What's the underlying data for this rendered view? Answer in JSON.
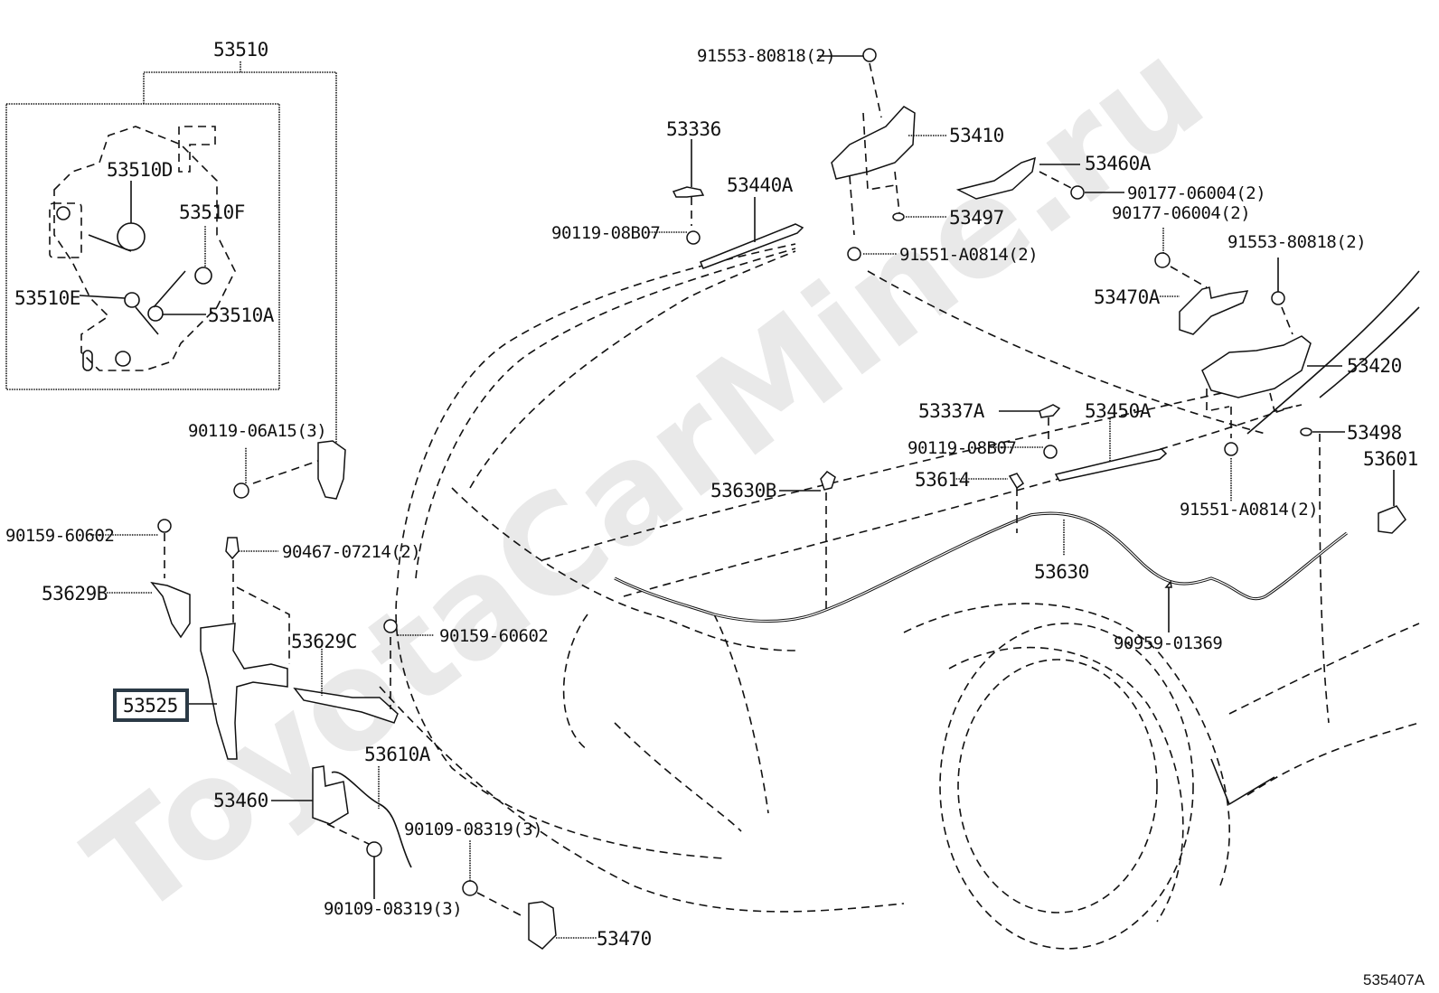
{
  "diagram": {
    "watermark": "ToyotaCarMine.ru",
    "illustration_id": "535407A",
    "highlighted_part": "53525",
    "callouts": {
      "p53510": "53510",
      "p53510D": "53510D",
      "p53510F": "53510F",
      "p53510E": "53510E",
      "p53510A": "53510A",
      "p90119_06A15": "90119-06A15(3)",
      "p90159_60602_a": "90159-60602",
      "p90467_07214": "90467-07214(2)",
      "p53629B": "53629B",
      "p53629C": "53629C",
      "p90159_60602_b": "90159-60602",
      "p53525": "53525",
      "p53610A": "53610A",
      "p53460": "53460",
      "p90109_08319_a": "90109-08319(3)",
      "p90109_08319_b": "90109-08319(3)",
      "p53470": "53470",
      "p91553_80818_a": "91553-80818(2)",
      "p53336": "53336",
      "p53440A": "53440A",
      "p90119_08B07_a": "90119-08B07",
      "p53410": "53410",
      "p53460A": "53460A",
      "p90177_06004_a": "90177-06004(2)",
      "p53497": "53497",
      "p90177_06004_b": "90177-06004(2)",
      "p91551_A0814_a": "91551-A0814(2)",
      "p91553_80818_b": "91553-80818(2)",
      "p53470A": "53470A",
      "p53420": "53420",
      "p53337A": "53337A",
      "p53450A": "53450A",
      "p90119_08B07_b": "90119-08B07",
      "p53498": "53498",
      "p53630B": "53630B",
      "p53614": "53614",
      "p53601": "53601",
      "p91551_A0814_b": "91551-A0814(2)",
      "p53630": "53630",
      "p90959_01369": "90959-01369"
    }
  }
}
